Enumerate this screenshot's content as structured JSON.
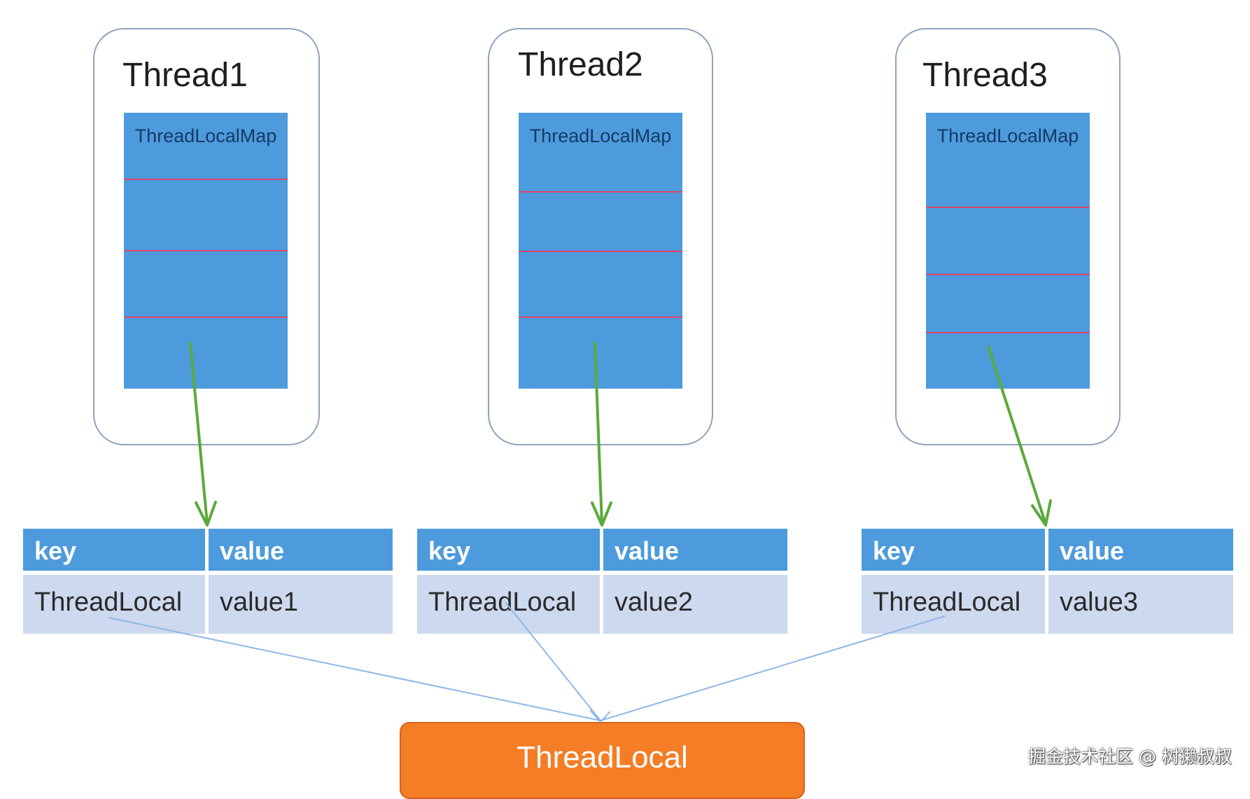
{
  "threads": [
    {
      "title": "Thread1",
      "map_label": "ThreadLocalMap",
      "table": {
        "key_header": "key",
        "value_header": "value",
        "key": "ThreadLocal",
        "value": "value1"
      }
    },
    {
      "title": "Thread2",
      "map_label": "ThreadLocalMap",
      "table": {
        "key_header": "key",
        "value_header": "value",
        "key": "ThreadLocal",
        "value": "value2"
      }
    },
    {
      "title": "Thread3",
      "map_label": "ThreadLocalMap",
      "table": {
        "key_header": "key",
        "value_header": "value",
        "key": "ThreadLocal",
        "value": "value3"
      }
    }
  ],
  "threadlocal_box": {
    "label": "ThreadLocal"
  },
  "watermark": "掘金技术社区 @ 树獭叔叔",
  "colors": {
    "map_fill": "#4d9bdc",
    "entry_divider": "#e0456c",
    "table_header": "#4d9bdc",
    "table_row": "#cdd9ee",
    "pointer_arrow": "#5aaa3a",
    "reference_line": "#8fb7e6",
    "threadlocal_fill": "#f47d26"
  }
}
